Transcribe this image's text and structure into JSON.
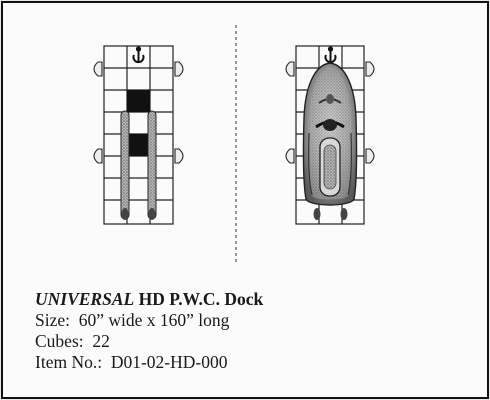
{
  "product": {
    "brand": "UNIVERSAL",
    "name": "HD P.W.C. Dock"
  },
  "specs": [
    {
      "label": "Size:",
      "value": "60” wide x 160” long"
    },
    {
      "label": "Cubes:",
      "value": "22"
    },
    {
      "label": "Item No.:",
      "value": "D01-02-HD-000"
    }
  ],
  "diagrams": {
    "left": "empty-dock-top-view",
    "right": "dock-with-pwc-top-view"
  },
  "colors": {
    "background": "#fbfbfb",
    "border": "#111111",
    "grid_line": "#222222",
    "dark_fill": "#111111",
    "boat_shading": "#9a9a9a"
  }
}
